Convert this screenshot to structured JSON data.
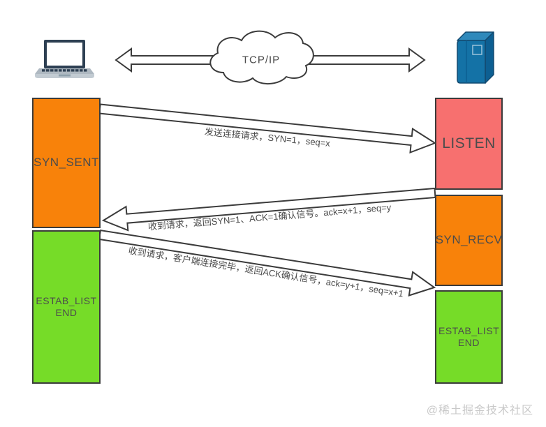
{
  "diagram": {
    "title_implicit": "TCP three-way handshake state diagram",
    "cloud_label": "TCP/IP",
    "client": {
      "icon": "laptop-icon",
      "states": [
        {
          "label": "SYN_SENT",
          "color": "#f8820a"
        },
        {
          "label": "ESTAB_LIST END",
          "color": "#76dc28"
        }
      ]
    },
    "server": {
      "icon": "server-icon",
      "states": [
        {
          "label": "LISTEN",
          "color": "#f7706f"
        },
        {
          "label": "SYN_RECV",
          "color": "#f8820a"
        },
        {
          "label": "ESTAB_LIST END",
          "color": "#76dc28"
        }
      ]
    },
    "messages": [
      {
        "label": "发送连接请求，SYN=1，seq=x",
        "direction": "right"
      },
      {
        "label": "收到请求，返回SYN=1、ACK=1确认信号。ack=x+1，seq=y",
        "direction": "left"
      },
      {
        "label": "收到请求，客户端连接完毕，返回ACK确认信号，ack=y+1，seq=x+1",
        "direction": "right"
      }
    ],
    "watermark": "@稀土掘金技术社区",
    "colors": {
      "outline": "#3b3b3b",
      "orange": "#f8820a",
      "green": "#76dc28",
      "red": "#f7706f",
      "server_blue": "#1472a6"
    }
  }
}
